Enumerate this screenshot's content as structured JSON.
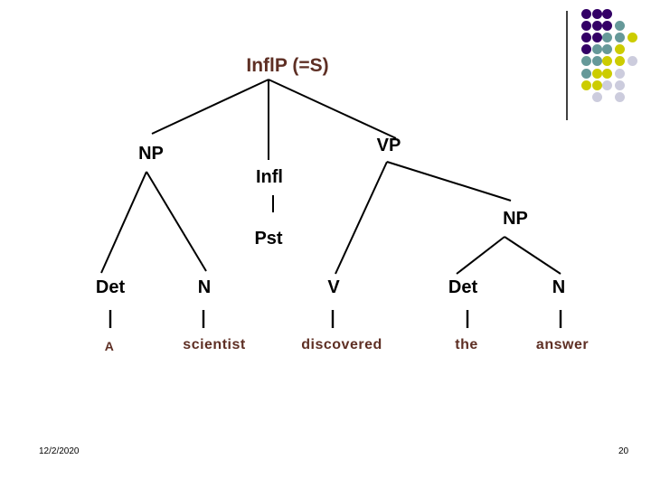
{
  "slide": {
    "footer": {
      "date": "12/2/2020",
      "page_number": "20"
    }
  },
  "colors": {
    "accent_text": "#5e2f24",
    "label_text": "#000000",
    "line": "#000000"
  },
  "tree": {
    "root": {
      "label": "InflP (=S)"
    },
    "np_subject": {
      "label": "NP"
    },
    "infl": {
      "label": "Infl"
    },
    "pst": {
      "label": "Pst"
    },
    "vp": {
      "label": "VP"
    },
    "np_object": {
      "label": "NP"
    },
    "det_subject": {
      "label": "Det",
      "word": "A"
    },
    "n_subject": {
      "label": "N",
      "word": "scientist"
    },
    "v": {
      "label": "V",
      "word": "discovered"
    },
    "det_object": {
      "label": "Det",
      "word": "the"
    },
    "n_object": {
      "label": "N",
      "word": "answer"
    }
  },
  "decoration": {
    "palette": {
      "P": "#330066",
      "T": "#669999",
      "Y": "#cccc00",
      "G": "#ccccdd"
    },
    "matrix": [
      "PPP..",
      "PPPT.",
      "PPTTY",
      "PTTY.",
      "TTYYG",
      "TYYG.",
      "YYGG.",
      ".G.G."
    ]
  }
}
